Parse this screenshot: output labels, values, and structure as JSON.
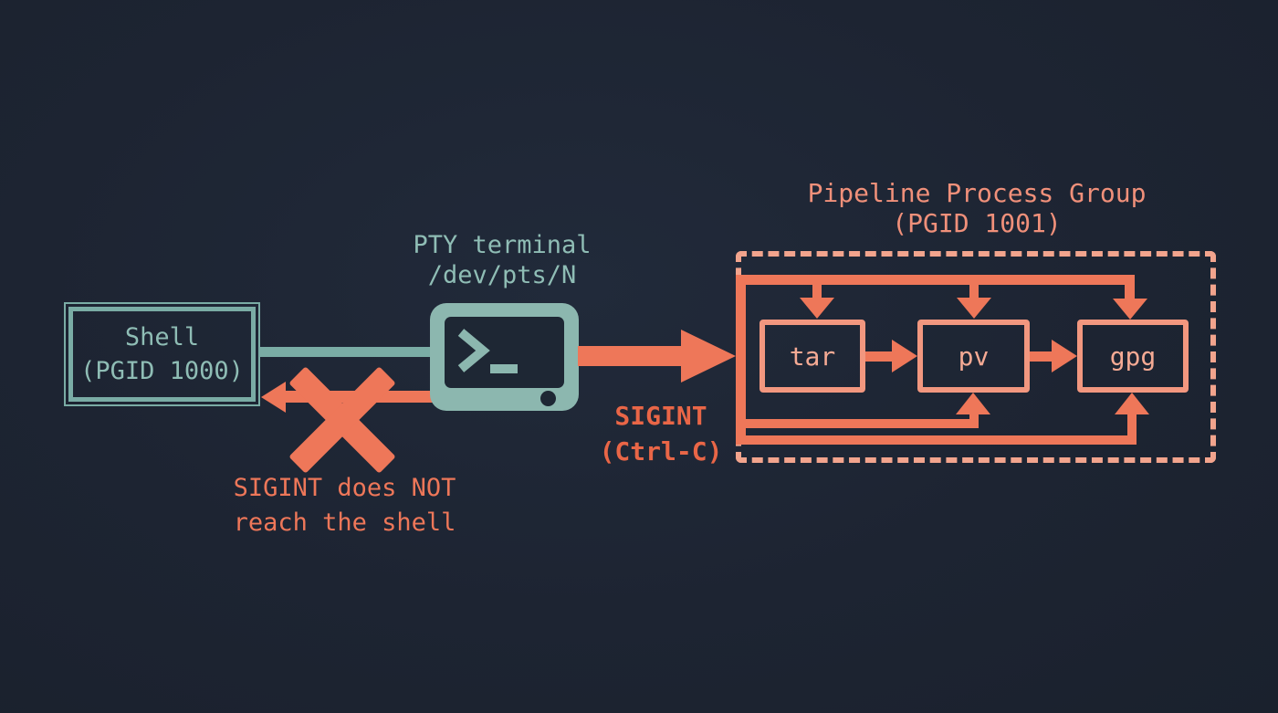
{
  "colors": {
    "bg": "#1d2432",
    "teal": "#7aaca5",
    "teal-light": "#8cb7af",
    "teal-text": "#8fbdb5",
    "screen-dark": "#1e2734",
    "salmon": "#ee7759",
    "salmon-bold": "#e96647",
    "box-stroke": "#f2977f",
    "box-text": "#f5aa94",
    "title-text": "#f0907a",
    "dash": "#f2a48d"
  },
  "shell_box": {
    "name": "Shell",
    "pgid": "(PGID 1000)"
  },
  "pty_terminal": {
    "label_line1": "PTY terminal",
    "label_line2": "/dev/pts/N"
  },
  "sigint_signal": {
    "label_line1": "SIGINT",
    "label_line2": "(Ctrl-C)"
  },
  "blocked_note": {
    "line1": "SIGINT does NOT",
    "line2": "reach the shell"
  },
  "pipeline_group": {
    "title_line1": "Pipeline Process Group",
    "title_line2": "(PGID 1001)",
    "processes": [
      "tar",
      "pv",
      "gpg"
    ]
  }
}
